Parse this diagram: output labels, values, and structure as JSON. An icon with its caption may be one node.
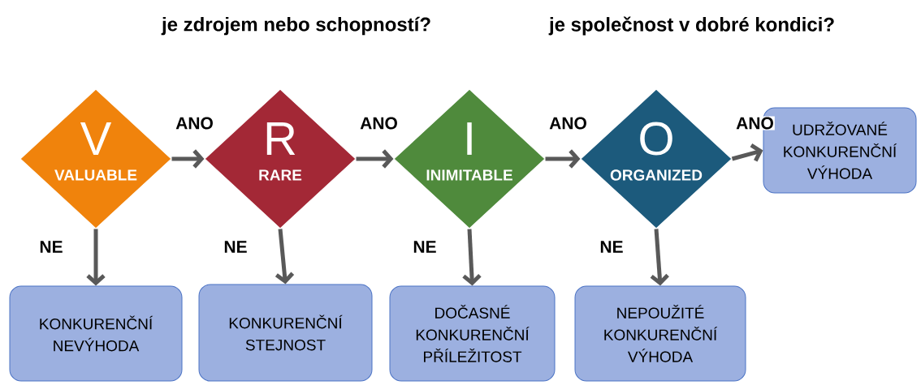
{
  "diagram": {
    "nodes": [
      {
        "text": [
          "V",
          "VALUABLE"
        ]
      },
      {
        "text": [
          "R",
          "RARE"
        ]
      },
      {
        "text": [
          "I",
          "INIMITABLE"
        ]
      },
      {
        "text": [
          "O",
          "ORGANIZED"
        ]
      },
      {
        "text": [
          "UDRŽOVANÉ KONKURENČNÍ VÝHODA"
        ]
      },
      {
        "text": [
          "KONKURENČNÍ NEVÝHODA"
        ]
      },
      {
        "text": [
          "KONKURENČNÍ STEJNOST"
        ]
      },
      {
        "text": [
          "DOČASNÉ KONKURENČNÍ PŘÍLEŽITOST"
        ]
      },
      {
        "text": [
          "NEPOUŽITÉ KONKURENČNÍ VÝHODA"
        ]
      }
    ],
    "edges": [
      {
        "from": 0,
        "to": 1,
        "arrow": "to",
        "label": "ANO"
      },
      {
        "from": 1,
        "to": 2,
        "arrow": "to",
        "label": "ANO"
      },
      {
        "from": 2,
        "to": 3,
        "arrow": "to",
        "label": "ANO"
      },
      {
        "from": 3,
        "to": 4,
        "arrow": "to",
        "label": "ANO"
      },
      {
        "from": 0,
        "to": 5,
        "arrow": "to",
        "label": "NE"
      },
      {
        "from": 1,
        "to": 6,
        "arrow": "to",
        "label": "NE"
      },
      {
        "from": 2,
        "to": 7,
        "arrow": "to",
        "label": "NE"
      },
      {
        "from": 3,
        "to": 8,
        "arrow": "to",
        "label": "NE"
      }
    ],
    "labels": [
      "je zdrojem nebo schopností?",
      "je společnost v dobré kondici?"
    ]
  }
}
